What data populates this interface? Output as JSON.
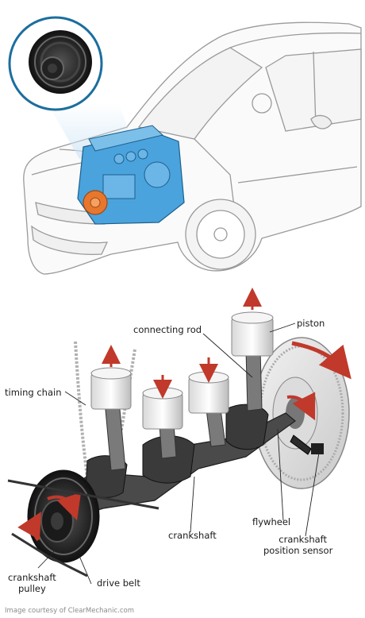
{
  "labels": {
    "piston": "piston",
    "connecting_rod": "connecting rod",
    "timing_chain": "timing chain",
    "flywheel": "flywheel",
    "crankshaft": "crankshaft",
    "crankshaft_position_sensor_line1": "crankshaft",
    "crankshaft_position_sensor_line2": "position sensor",
    "crankshaft_pulley_line1": "crankshaft",
    "crankshaft_pulley_line2": "pulley",
    "drive_belt": "drive belt"
  },
  "credit": "Image courtesy of ClearMechanic.com",
  "colors": {
    "engine_blue": "#4aa3dc",
    "pulley_orange": "#e8772e",
    "callout_ring": "#1c6e9e",
    "arrow_red": "#c0392b",
    "metal_dark": "#2b2b2b"
  },
  "icons": {
    "callout": "crankshaft-pulley-icon",
    "car": "car-illustration",
    "engine": "engine-icon"
  }
}
